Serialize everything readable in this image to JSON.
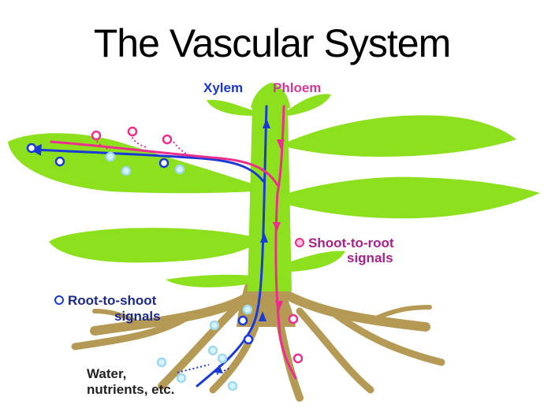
{
  "slide": {
    "title": "The Vascular System"
  },
  "diagram": {
    "labels": {
      "xylem": "Xylem",
      "phloem": "Phloem",
      "shoot_to_root_line1": "Shoot-to-root",
      "shoot_to_root_line2": "signals",
      "root_to_shoot_line1": "Root-to-shoot",
      "root_to_shoot_line2": "signals",
      "water_line1": "Water,",
      "water_line2": "nutrients, etc."
    },
    "colors": {
      "plant": "#8de01e",
      "root": "#b59a55",
      "xylem": "#1a3ad8",
      "phloem": "#ec2f8c",
      "xylem_label": "#1b38c9",
      "phloem_label": "#d23a9a",
      "signal_label": "#a8208a",
      "root_label": "#1b2a8a",
      "text_dark": "#222222"
    }
  }
}
